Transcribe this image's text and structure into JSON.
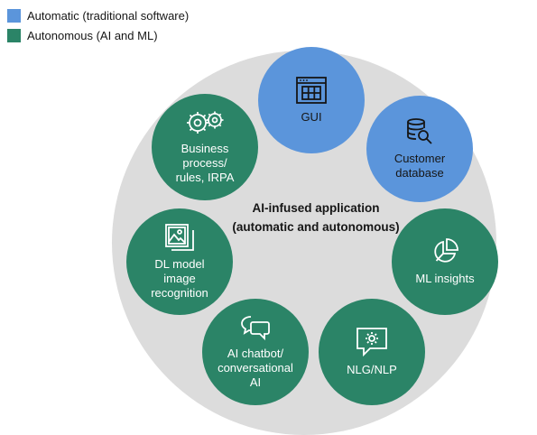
{
  "colors": {
    "automatic": "#5b95db",
    "autonomous": "#2b8467",
    "background_circle": "#dcdcdc"
  },
  "legend": [
    {
      "label": "Automatic (traditional software)",
      "type": "automatic"
    },
    {
      "label": "Autonomous (AI and ML)",
      "type": "autonomous"
    }
  ],
  "center": {
    "line1": "AI-infused application",
    "line2": "(automatic and autonomous)"
  },
  "nodes": {
    "gui": {
      "lines": [
        "GUI"
      ],
      "type": "automatic",
      "icon": "browser-grid-icon"
    },
    "customer_database": {
      "lines": [
        "Customer",
        "database"
      ],
      "type": "automatic",
      "icon": "database-search-icon"
    },
    "ml_insights": {
      "lines": [
        "ML insights"
      ],
      "type": "autonomous",
      "icon": "pie-chart-icon"
    },
    "nlg_nlp": {
      "lines": [
        "NLG/NLP"
      ],
      "type": "autonomous",
      "icon": "chat-gear-icon"
    },
    "ai_chatbot": {
      "lines": [
        "AI chatbot/",
        "conversational",
        "AI"
      ],
      "type": "autonomous",
      "icon": "chat-bubbles-icon"
    },
    "dl_model": {
      "lines": [
        "DL model",
        "image",
        "recognition"
      ],
      "type": "autonomous",
      "icon": "image-gallery-icon"
    },
    "business_process": {
      "lines": [
        "Business",
        "process/",
        "rules, IRPA"
      ],
      "type": "autonomous",
      "icon": "gears-icon"
    }
  }
}
